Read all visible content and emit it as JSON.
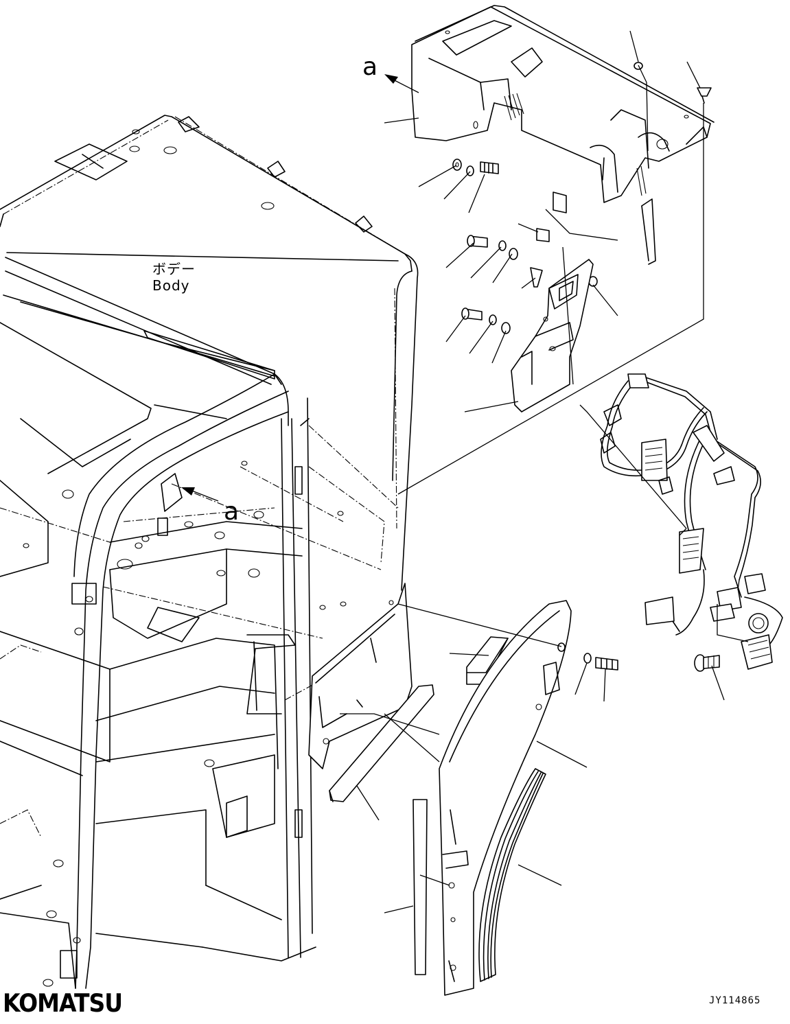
{
  "labels": {
    "body_jp": "ボデー",
    "body_en": "Body",
    "view_marker_top": "a",
    "view_marker_body": "a"
  },
  "brand": {
    "logo_text": "KOMATSU"
  },
  "drawing_number": "JY114865",
  "colors": {
    "line": "#000000",
    "background": "#ffffff"
  }
}
